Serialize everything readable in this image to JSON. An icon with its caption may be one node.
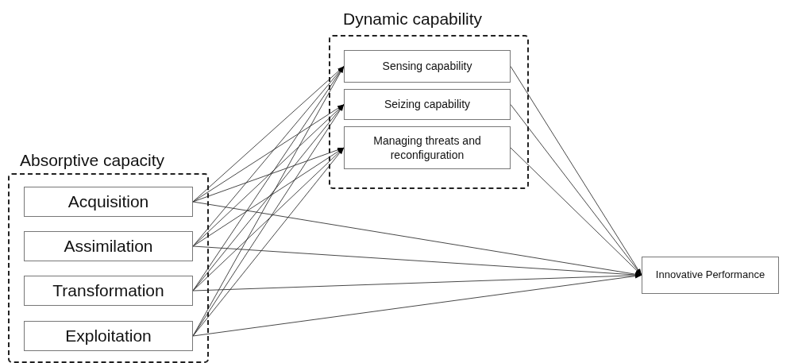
{
  "diagram": {
    "nodes": [
      {
        "text": [
          "Absorptive capacity"
        ]
      },
      {
        "text": [
          "Acquisition"
        ],
        "in": 0
      },
      {
        "text": [
          "Assimilation"
        ],
        "in": 0
      },
      {
        "text": [
          "Transformation"
        ],
        "in": 0
      },
      {
        "text": [
          "Exploitation"
        ],
        "in": 0
      },
      {
        "text": [
          "Dynamic capability"
        ]
      },
      {
        "text": [
          "Sensing capability"
        ],
        "in": 5
      },
      {
        "text": [
          "Seizing capability"
        ],
        "in": 5
      },
      {
        "text": [
          "Managing threats and reconfiguration"
        ],
        "in": 5
      },
      {
        "text": [
          "Innovative Performance"
        ]
      }
    ],
    "edges": [
      {
        "from": 1,
        "to": 6,
        "arrow": "to"
      },
      {
        "from": 1,
        "to": 7,
        "arrow": "to"
      },
      {
        "from": 1,
        "to": 8,
        "arrow": "to"
      },
      {
        "from": 2,
        "to": 6,
        "arrow": "to"
      },
      {
        "from": 2,
        "to": 7,
        "arrow": "to"
      },
      {
        "from": 2,
        "to": 8,
        "arrow": "to"
      },
      {
        "from": 3,
        "to": 6,
        "arrow": "to"
      },
      {
        "from": 3,
        "to": 7,
        "arrow": "to"
      },
      {
        "from": 3,
        "to": 8,
        "arrow": "to"
      },
      {
        "from": 4,
        "to": 6,
        "arrow": "to"
      },
      {
        "from": 4,
        "to": 7,
        "arrow": "to"
      },
      {
        "from": 4,
        "to": 8,
        "arrow": "to"
      },
      {
        "from": 1,
        "to": 9,
        "arrow": "to"
      },
      {
        "from": 2,
        "to": 9,
        "arrow": "to"
      },
      {
        "from": 3,
        "to": 9,
        "arrow": "to"
      },
      {
        "from": 4,
        "to": 9,
        "arrow": "to"
      },
      {
        "from": 6,
        "to": 9,
        "arrow": "to"
      },
      {
        "from": 7,
        "to": 9,
        "arrow": "to"
      },
      {
        "from": 8,
        "to": 9,
        "arrow": "to"
      }
    ]
  }
}
